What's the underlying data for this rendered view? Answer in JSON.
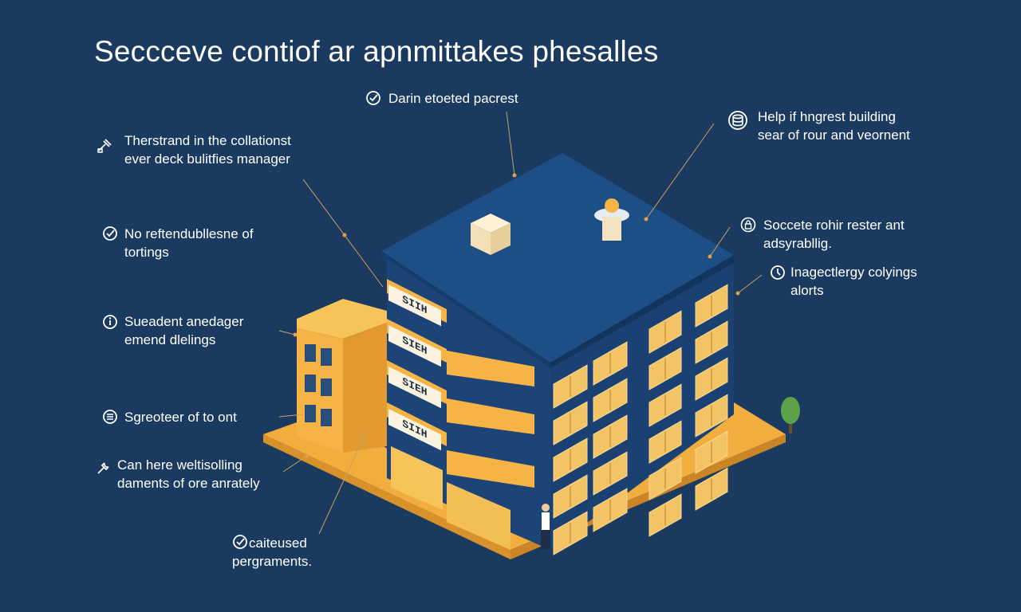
{
  "title": "Seccceve contiof ar apnmittakes phesalles",
  "callouts": {
    "top": {
      "lines": [
        "Darin etoeted pacrest"
      ],
      "icon": "check-circle-icon"
    },
    "left1": {
      "lines": [
        "Therstrand in the collationst",
        "ever deck bulitfies manager"
      ],
      "icon": "hammer-icon"
    },
    "left2": {
      "lines": [
        "No reftendubllesne of",
        "tortings"
      ],
      "icon": "check-circle-icon"
    },
    "left3": {
      "lines": [
        "Sueadent anedager",
        "emend dlelings"
      ],
      "icon": "info-circle-icon"
    },
    "left4": {
      "lines": [
        "Sgreoteer of to ont"
      ],
      "icon": "list-circle-icon"
    },
    "left5": {
      "lines": [
        "Can here weltisolling",
        "daments of ore anrately"
      ],
      "icon": "tools-icon"
    },
    "bottom": {
      "lines": [
        "caiteused",
        "pergraments."
      ],
      "icon": "check-circle-icon"
    },
    "right1": {
      "lines": [
        "Help if hngrest building",
        "sear of rour and veornent"
      ],
      "icon": "database-icon"
    },
    "right2": {
      "lines": [
        "Soccete rohir rester ant",
        "adsyrabllig."
      ],
      "icon": "lock-icon"
    },
    "right3": {
      "lines": [
        "Inagectlergy colyings",
        "alorts"
      ],
      "icon": "clock-icon"
    }
  },
  "signs": [
    "SIIH",
    "SIEH",
    "SIEH",
    "SIIH"
  ],
  "colors": {
    "background": "#1b3a5f",
    "building_blue": "#1f4f86",
    "building_orange": "#f5b445",
    "text": "#ffffff",
    "leader_line": "#c7a063"
  }
}
